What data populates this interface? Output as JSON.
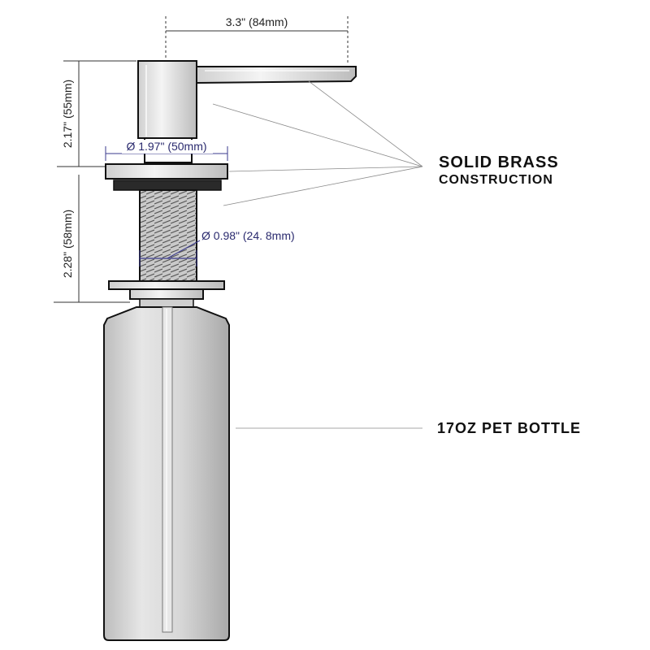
{
  "diagram": {
    "dimensions": {
      "spout_length": "3.3\" (84mm)",
      "head_height": "2.17\" (55mm)",
      "flange_diameter": "Ø 1.97\" (50mm)",
      "shank_diameter": "Ø 0.98\" (24. 8mm)",
      "shank_height": "2.28\" (58mm)"
    },
    "callouts": {
      "material_line1": "SOLID BRASS",
      "material_line2": "CONSTRUCTION",
      "bottle": "17OZ PET BOTTLE"
    },
    "colors": {
      "outline": "#111111",
      "dimension_accent": "#3a3a8c",
      "bottle_fill": "#dcdcdc",
      "thread_fill": "#c8c8c8",
      "gasket_fill": "#2a2a2a"
    }
  }
}
